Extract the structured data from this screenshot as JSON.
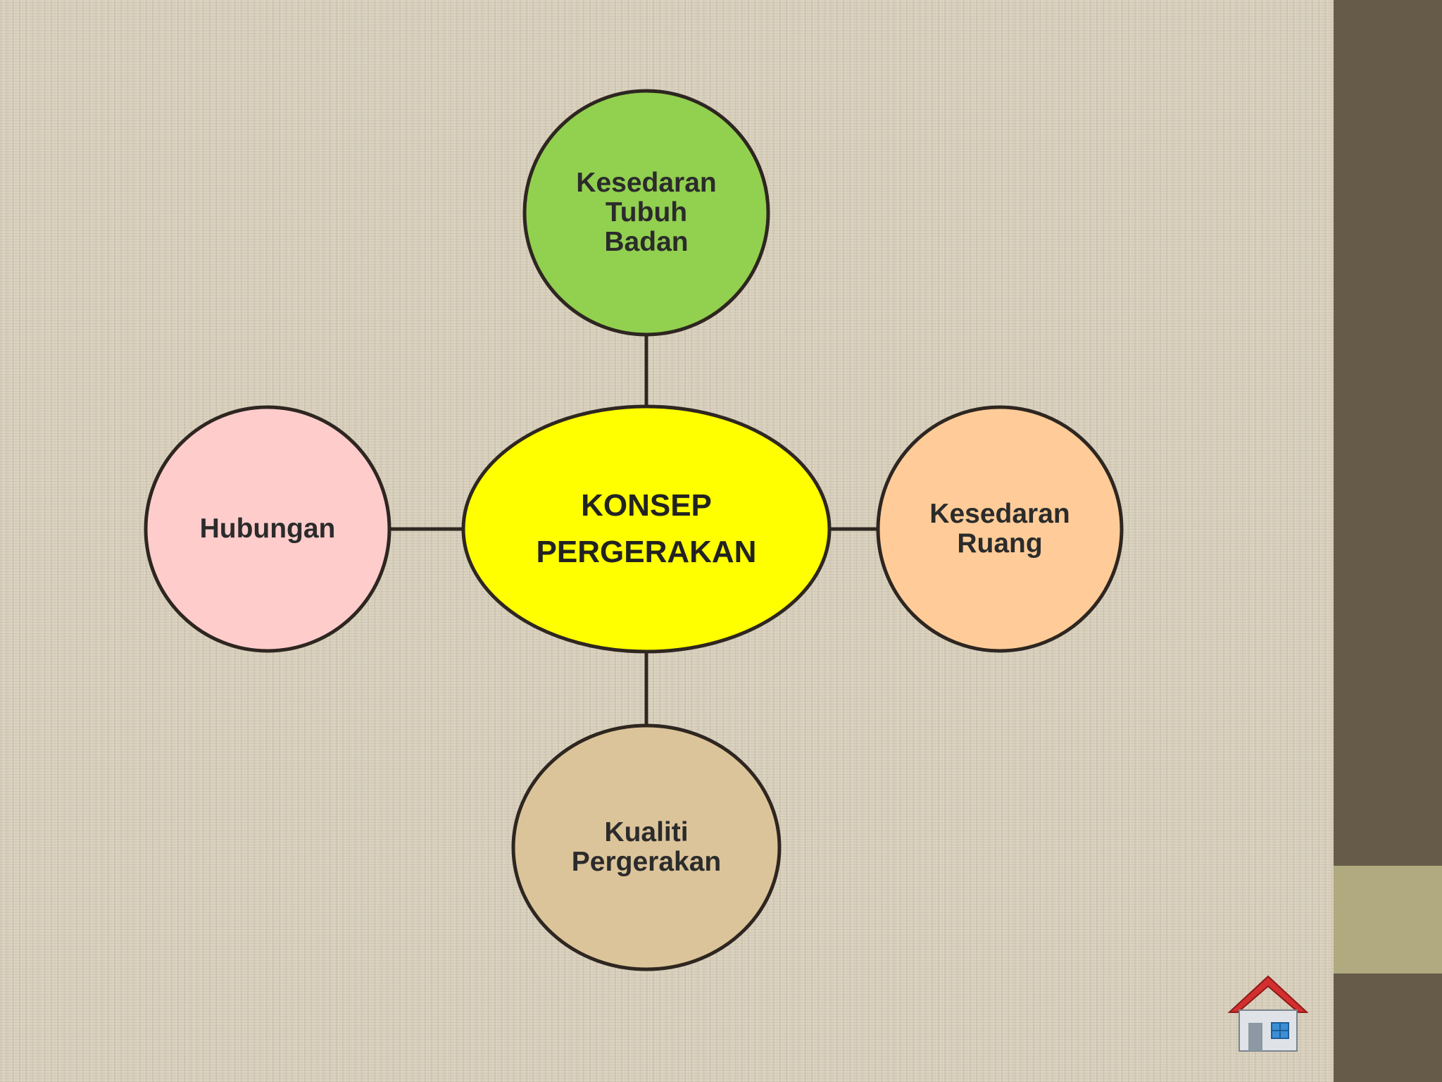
{
  "diagram": {
    "center": {
      "label": "KONSEP\nPERGERAKAN",
      "color": "#ffff00"
    },
    "nodes": {
      "top": {
        "label": "Kesedaran\nTubuh\nBadan",
        "color": "#92d050"
      },
      "left": {
        "label": "Hubungan",
        "color": "#ffcccc"
      },
      "right": {
        "label": "Kesedaran\nRuang",
        "color": "#ffcc99"
      },
      "bottom": {
        "label": "Kualiti\nPergerakan",
        "color": "#dcc49a"
      }
    },
    "outline_color": "#2e2620"
  },
  "navigation": {
    "home_icon": "home-icon"
  }
}
